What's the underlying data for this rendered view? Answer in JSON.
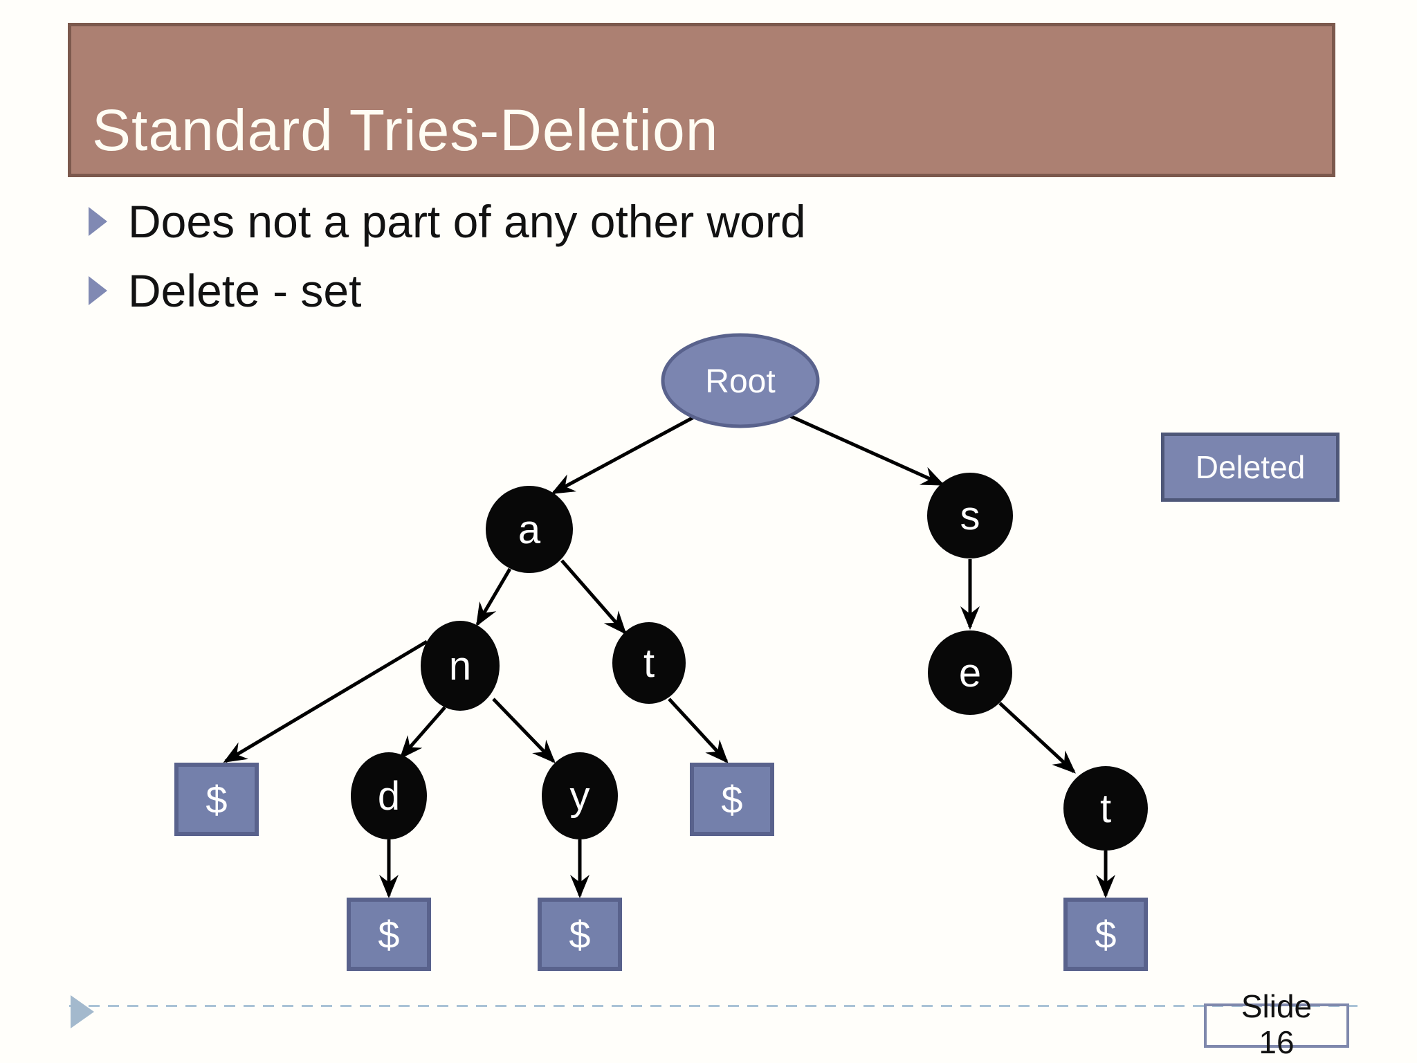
{
  "slide": {
    "title": "Standard Tries-Deletion",
    "bullets": [
      "Does not a part of any other word",
      "Delete - set"
    ],
    "footer": {
      "slide_label": "Slide",
      "slide_number": "16"
    }
  },
  "tree": {
    "root_label": "Root",
    "deleted_label": "Deleted",
    "terminal_label": "$",
    "nodes": [
      {
        "id": "a",
        "label": "a"
      },
      {
        "id": "n",
        "label": "n"
      },
      {
        "id": "t-under-a",
        "label": "t"
      },
      {
        "id": "d",
        "label": "d"
      },
      {
        "id": "y",
        "label": "y"
      },
      {
        "id": "s",
        "label": "s"
      },
      {
        "id": "e",
        "label": "e"
      },
      {
        "id": "t-under-e",
        "label": "t"
      }
    ],
    "edges": [
      {
        "from": "Root",
        "to": "a"
      },
      {
        "from": "Root",
        "to": "s"
      },
      {
        "from": "a",
        "to": "n"
      },
      {
        "from": "a",
        "to": "t"
      },
      {
        "from": "n",
        "to": "$"
      },
      {
        "from": "n",
        "to": "d"
      },
      {
        "from": "n",
        "to": "y"
      },
      {
        "from": "t",
        "to": "$"
      },
      {
        "from": "s",
        "to": "e"
      },
      {
        "from": "e",
        "to": "t"
      },
      {
        "from": "d",
        "to": "$"
      },
      {
        "from": "y",
        "to": "$"
      },
      {
        "from": "t",
        "to": "$"
      }
    ]
  },
  "colors": {
    "header_fill": "#ac8072",
    "header_border": "#7c594d",
    "title_text": "#fffdf4",
    "bullet_marker": "#8089b3",
    "node_fill": "#080808",
    "box_fill": "#7480ab",
    "box_border": "#59628c",
    "root_fill": "#7b85b0",
    "deleted_fill": "#7b85af",
    "dashed_divider": "#a9c2d6",
    "footer_triangle": "#a3b9cd"
  }
}
